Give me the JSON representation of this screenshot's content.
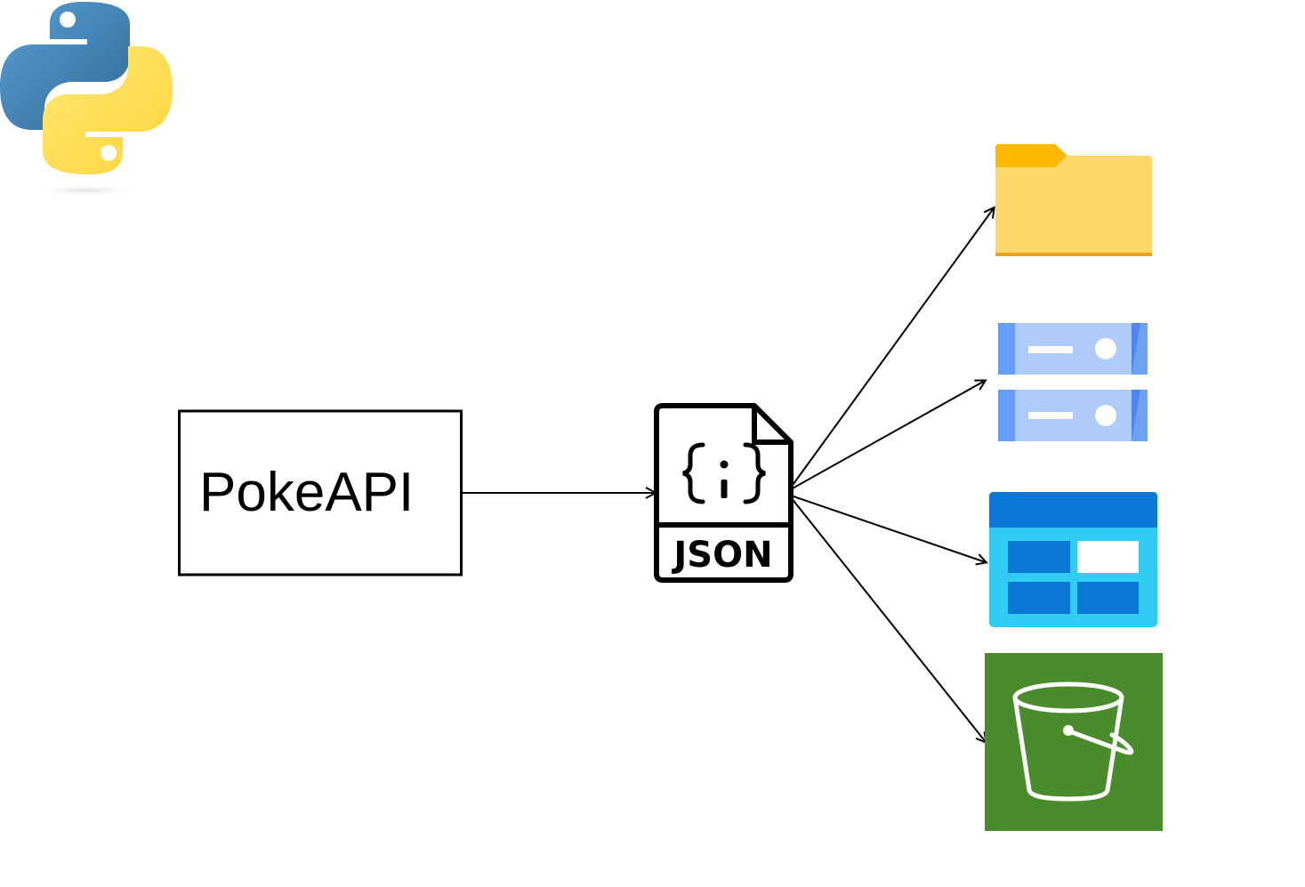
{
  "source": {
    "label": "PokeAPI"
  },
  "format": {
    "label": "JSON",
    "icon": "json-file-icon"
  },
  "top_logo": {
    "icon": "python-logo"
  },
  "destinations": [
    {
      "icon": "folder-icon"
    },
    {
      "icon": "database-server-icon"
    },
    {
      "icon": "azure-storage-icon"
    },
    {
      "icon": "s3-bucket-icon"
    }
  ],
  "colors": {
    "python_blue": "#3a76ab",
    "python_yellow": "#fdd645",
    "folder_tab": "#fcb900",
    "folder_body": "#fdd868",
    "server_body": "#aecbfa",
    "server_edge": "#4f86ee",
    "azure_header": "#0a78d4",
    "azure_body": "#32cbf4",
    "s3_green": "#4a8b2c",
    "stroke": "#000000"
  }
}
